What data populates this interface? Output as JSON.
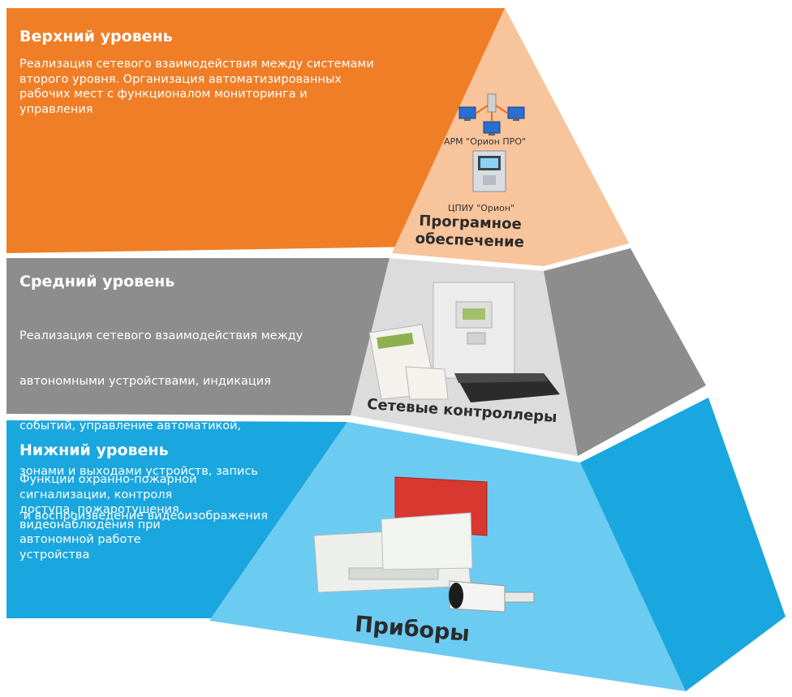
{
  "levels": {
    "top": {
      "title": "Верхний уровень",
      "desc_lines": [
        "Реализация сетевого взаимодействия между системами",
        "второго уровня. Организация автоматизированных",
        "рабочих мест с функционалом мониторинга и",
        "управления"
      ],
      "caption_arm": "АРМ \"Орион ПРО\"",
      "caption_cpiu": "ЦПИУ \"Орион\"",
      "face_label_lines": [
        "Програмное",
        "обеспечение"
      ],
      "color": "#f07e27",
      "face_color": "#f8c49b"
    },
    "middle": {
      "title": "Средний уровень",
      "desc_lines": [
        "Реализация сетевого взаимодействия между",
        "автономными устройствами, индикация",
        "событий, управление автоматикой,",
        "зонами и выходами устройств, запись",
        " и воспроизведение видеоизображения"
      ],
      "face_label": "Сетевые контроллеры",
      "color": "#8d8d8d",
      "face_color": "#dcdcdc"
    },
    "bottom": {
      "title": "Нижний уровень",
      "desc_lines": [
        "Функции охранно-пожарной",
        "сигнализации, контроля",
        "доступа, пожаротушения,",
        "видеонаблюдения при",
        "автономной работе",
        "устройства"
      ],
      "face_label": "Приборы",
      "color": "#1aa6de",
      "face_color": "#6ccbf1"
    }
  }
}
